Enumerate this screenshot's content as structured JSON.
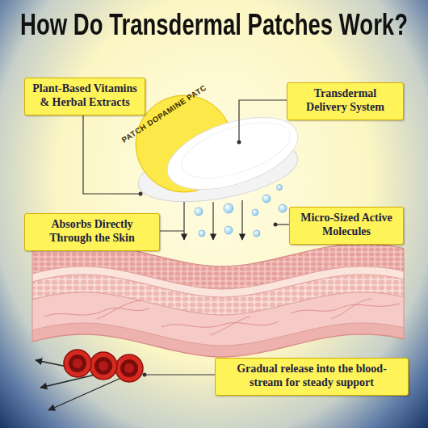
{
  "diagram": {
    "title": "How Do Transdermal Patches Work?",
    "nodes": [
      {
        "text": [
          "Plant-Based Vitamins & Herbal Extracts"
        ]
      },
      {
        "text": [
          "Transdermal Delivery System"
        ]
      },
      {
        "text": [
          "Absorbs Directly Through the Skin"
        ]
      },
      {
        "text": [
          "Micro-Sized Active Molecules"
        ]
      },
      {
        "text": [
          "Gradual release into the blood-stream for steady support"
        ]
      }
    ],
    "labels": [
      "PATCH DOPAMINE PATC"
    ]
  }
}
